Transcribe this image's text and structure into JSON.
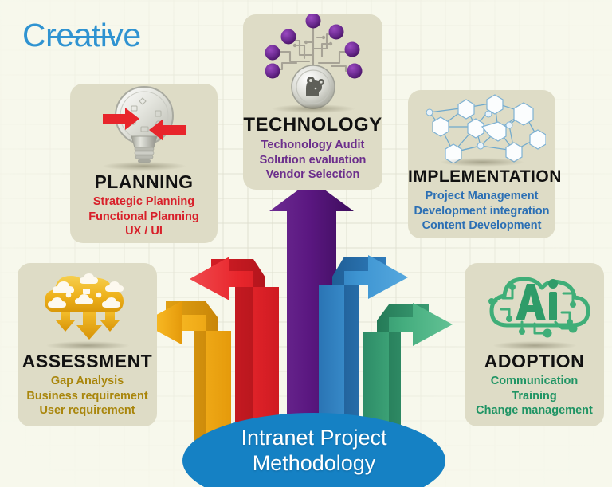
{
  "brand": {
    "logo_text": "Creative"
  },
  "title": {
    "line1": "Intranet Project",
    "line2": "Methodology"
  },
  "colors": {
    "background": "#f7f8ec",
    "box": "#dedcc6",
    "logo_blue": "#2f93d1",
    "title_ellipse": "#1581c4",
    "planning": "#d8202a",
    "technology": "#6c2f8c",
    "implementation": "#2b6fb4",
    "assessment": "#a9860c",
    "adoption": "#1f9464"
  },
  "stages": [
    {
      "id": "assessment",
      "title": "ASSESSMENT",
      "color": "#a9860c",
      "icon": "cloud-download-icon",
      "lines": [
        "Gap Analysis",
        "Business requirement",
        "User requirement"
      ],
      "arrow": {
        "name": "assessment-arrow",
        "color": "#f2b01e",
        "direction": "up-left"
      }
    },
    {
      "id": "planning",
      "title": "PLANNING",
      "color": "#d8202a",
      "icon": "lightbulb-arrows-icon",
      "lines": [
        "Strategic Planning",
        "Functional Planning",
        "UX / UI"
      ],
      "arrow": {
        "name": "planning-arrow",
        "color": "#e8252b",
        "direction": "up-left"
      }
    },
    {
      "id": "technology",
      "title": "TECHNOLOGY",
      "color": "#6c2f8c",
      "icon": "circuit-brain-icon",
      "lines": [
        "Techonology Audit",
        "Solution evaluation",
        "Vendor Selection"
      ],
      "arrow": {
        "name": "technology-arrow",
        "color": "#55157f",
        "direction": "up"
      }
    },
    {
      "id": "implementation",
      "title": "IMPLEMENTATION",
      "color": "#2b6fb4",
      "icon": "network-nodes-icon",
      "lines": [
        "Project Management",
        "Development integration",
        "Content Development"
      ],
      "arrow": {
        "name": "implementation-arrow",
        "color": "#3e9ad6",
        "direction": "up-right"
      }
    },
    {
      "id": "adoption",
      "title": "ADOPTION",
      "color": "#1f9464",
      "icon": "ai-brain-cloud-icon",
      "lines": [
        "Communication",
        "Training",
        "Change management"
      ],
      "arrow": {
        "name": "adoption-arrow",
        "color": "#4fb588",
        "direction": "up-right"
      }
    }
  ]
}
